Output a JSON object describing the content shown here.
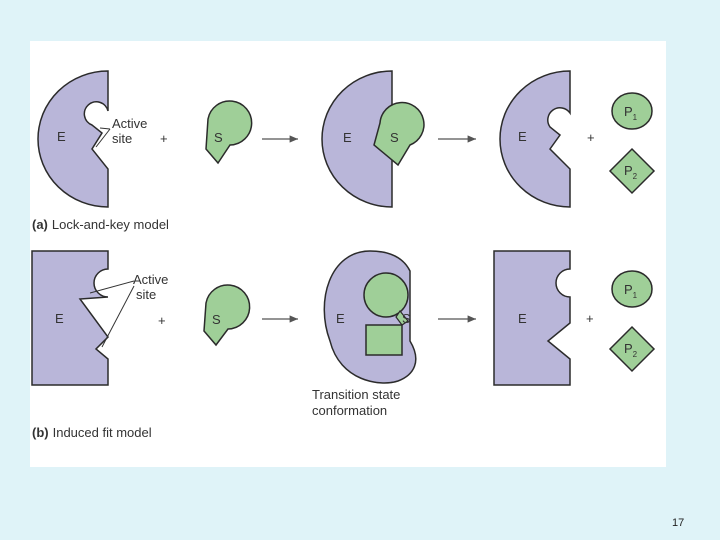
{
  "figure": {
    "panel_a": {
      "caption_letter": "(a)",
      "caption_text": "Lock-and-key model",
      "enzyme_label": "E",
      "substrate_label": "S",
      "active_site_line1": "Active",
      "active_site_line2": "site",
      "plus": "+",
      "product1": "P",
      "product1_sub": "1",
      "product2": "P",
      "product2_sub": "2"
    },
    "panel_b": {
      "caption_letter": "(b)",
      "caption_text": "Induced fit model",
      "enzyme_label": "E",
      "substrate_label": "S",
      "active_site_line1": "Active",
      "active_site_line2": "site",
      "plus": "+",
      "transition_line1": "Transition state",
      "transition_line2": "conformation",
      "product1": "P",
      "product1_sub": "1",
      "product2": "P",
      "product2_sub": "2"
    },
    "colors": {
      "enzyme_fill": "#b9b6d9",
      "substrate_fill": "#9fcf98",
      "outline": "#2b2b2b"
    }
  },
  "page_number": "17"
}
